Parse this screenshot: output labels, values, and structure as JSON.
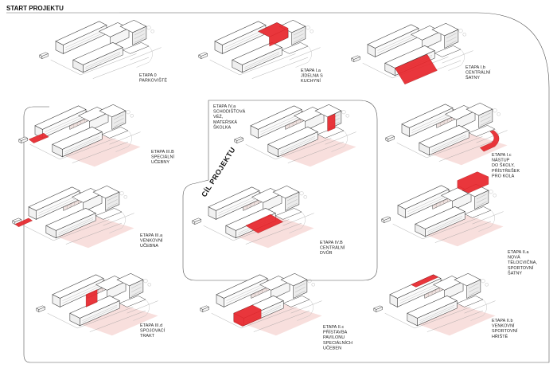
{
  "header": {
    "title": "START PROJEKTU"
  },
  "goal": {
    "title": "CÍL PROJEKTU"
  },
  "colors": {
    "accent": "#e8262c",
    "accent_light": "#f4c4c2",
    "line": "#3a3a3a",
    "path": "#f7d9d7"
  },
  "stages": [
    {
      "id": "e0",
      "lines": [
        "ETAPA 0",
        "PARKOVIŠTĚ"
      ],
      "highlight": "none"
    },
    {
      "id": "e1a",
      "lines": [
        "ETAPA I.a",
        "JÍDELNA S",
        "KUCHYNÍ"
      ],
      "highlight": "canteen"
    },
    {
      "id": "e1b",
      "lines": [
        "ETAPA I.b",
        "CENTRÁLNÍ",
        "ŠATNY"
      ],
      "highlight": "courtyard"
    },
    {
      "id": "e3b",
      "lines": [
        "ETAPA III.B",
        "SPECIÁLNÍ",
        "UČEBNY"
      ],
      "highlight": "classrooms"
    },
    {
      "id": "e4a",
      "lines": [
        "ETAPA IV.a",
        "SCHODIŠŤOVÁ",
        "VĚŽ,",
        "MATEŘSKÁ",
        "ŠKOLKA"
      ],
      "highlight": "tower"
    },
    {
      "id": "e1c",
      "lines": [
        "ETAPA I.c",
        "NÁSTUP",
        "DO ŠKOLY,",
        "PŘÍSTŘEŠEK",
        "PRO KOLA"
      ],
      "highlight": "entrance"
    },
    {
      "id": "e3a",
      "lines": [
        "ETAPA III.a",
        "VENKOVNÍ",
        "UČEBNA"
      ],
      "highlight": "outdoor"
    },
    {
      "id": "e4b",
      "lines": [
        "ETAPA IV.B",
        "CENTRÁLNÍ",
        "DVŮR"
      ],
      "highlight": "yard"
    },
    {
      "id": "e2a",
      "lines": [
        "ETAPA II.a",
        "NOVÁ",
        "TĚLOCVIČNA,",
        "SPORTOVNÍ",
        "ŠATNY"
      ],
      "highlight": "gym"
    },
    {
      "id": "e3d",
      "lines": [
        "ETAPA III.d",
        "SPOJOVACÍ",
        "TRAKT"
      ],
      "highlight": "connector"
    },
    {
      "id": "e2c",
      "lines": [
        "ETAPA II.c",
        "PŘÍSTAVBA",
        "PAVILONU",
        "SPECIÁLNÍCH",
        "UČEBEN"
      ],
      "highlight": "pavilion"
    },
    {
      "id": "e2b",
      "lines": [
        "ETAPA II.b",
        "VENKOVNÍ",
        "SPORTOVNÍ",
        "HŘIŠTĚ"
      ],
      "highlight": "field"
    }
  ]
}
